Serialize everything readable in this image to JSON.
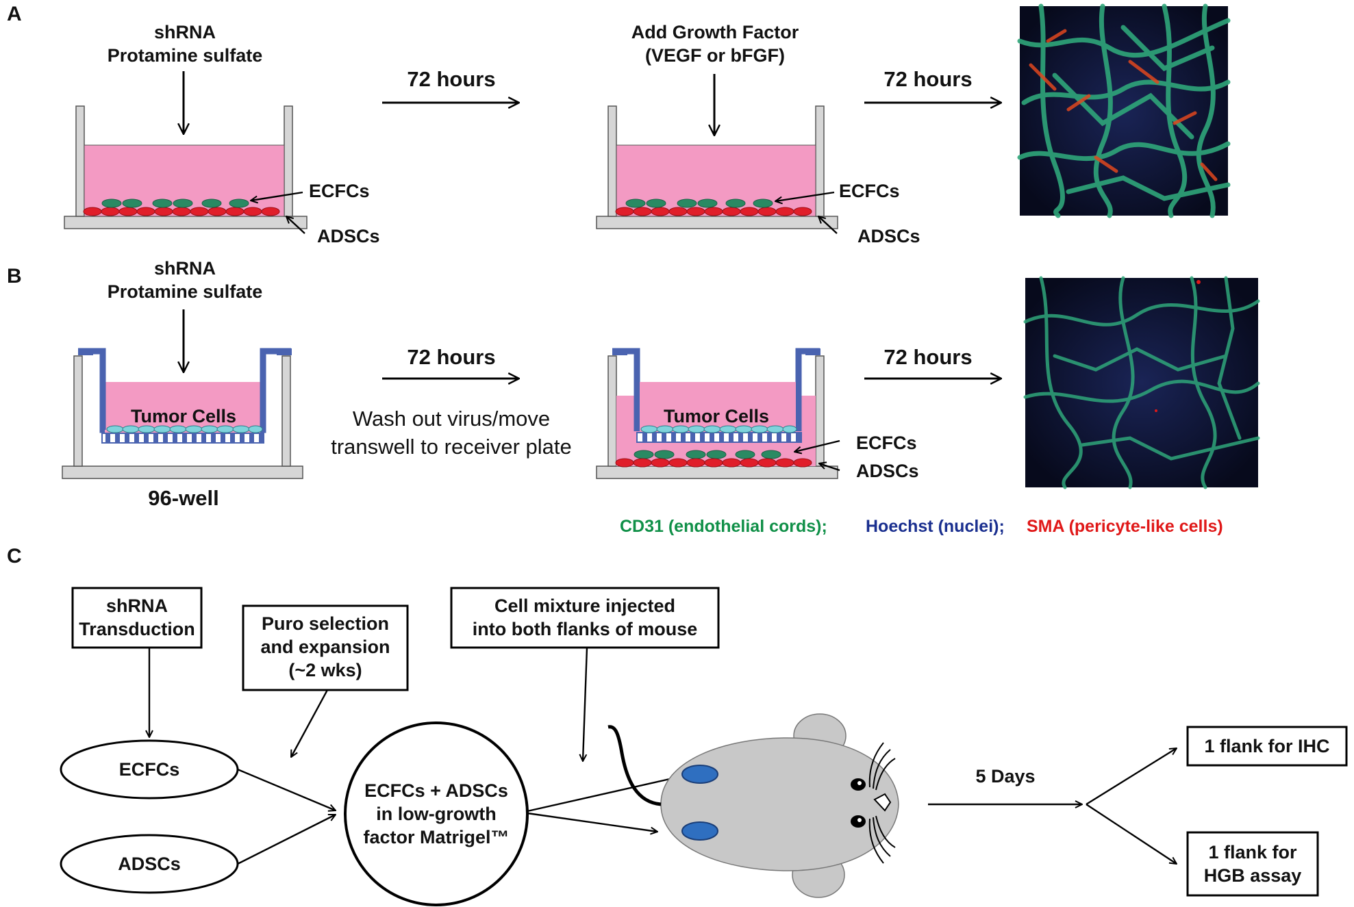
{
  "panels": {
    "a": "A",
    "b": "B",
    "c": "C"
  },
  "panel_a": {
    "left_treatment_1": "shRNA",
    "left_treatment_2": "Protamine sulfate",
    "arrow1": "72 hours",
    "middle_treatment_1": "Add Growth Factor",
    "middle_treatment_2": "(VEGF or bFGF)",
    "arrow2": "72 hours",
    "ecfc_left": "ECFCs",
    "adsc_left": "ADSCs",
    "ecfc_mid": "ECFCs",
    "adsc_mid": "ADSCs"
  },
  "panel_b": {
    "left_treatment_1": "shRNA",
    "left_treatment_2": "Protamine sulfate",
    "tumor_left": "Tumor Cells",
    "plate_label": "96-well",
    "arrow1": "72 hours",
    "wash_1": "Wash out virus/move",
    "wash_2": "transwell to receiver plate",
    "tumor_mid": "Tumor Cells",
    "ecfc_mid": "ECFCs",
    "adsc_mid": "ADSCs",
    "arrow2": "72 hours"
  },
  "legend": {
    "cd31": "CD31 (endothelial cords);",
    "hoechst": "Hoechst (nuclei);",
    "sma": "SMA (pericyte-like cells)",
    "colors": {
      "cd31": "#109048",
      "hoechst": "#1a2f8f",
      "sma": "#e01818"
    }
  },
  "panel_c": {
    "transduction_1": "shRNA",
    "transduction_2": "Transduction",
    "puro_1": "Puro selection",
    "puro_2": "and expansion",
    "puro_3": "(~2 wks)",
    "inject_1": "Cell mixture injected",
    "inject_2": "into both flanks of mouse",
    "ecfcs": "ECFCs",
    "adscs": "ADSCs",
    "mix_1": "ECFCs + ADSCs",
    "mix_2": "in low-growth",
    "mix_3": "factor Matrigel™",
    "days": "5 Days",
    "ihc": "1 flank for IHC",
    "hgb_1": "1 flank for",
    "hgb_2": "HGB assay"
  },
  "colors": {
    "media_pink": "#f39ac3",
    "ecfc_green": "#2a8a63",
    "adsc_red": "#e01e2a",
    "tumor_cyan": "#7fd3dc",
    "transwell_blue": "#4a63b0",
    "mouse_gray": "#c8c8c8",
    "micrograph_bg": "#0e1430"
  }
}
